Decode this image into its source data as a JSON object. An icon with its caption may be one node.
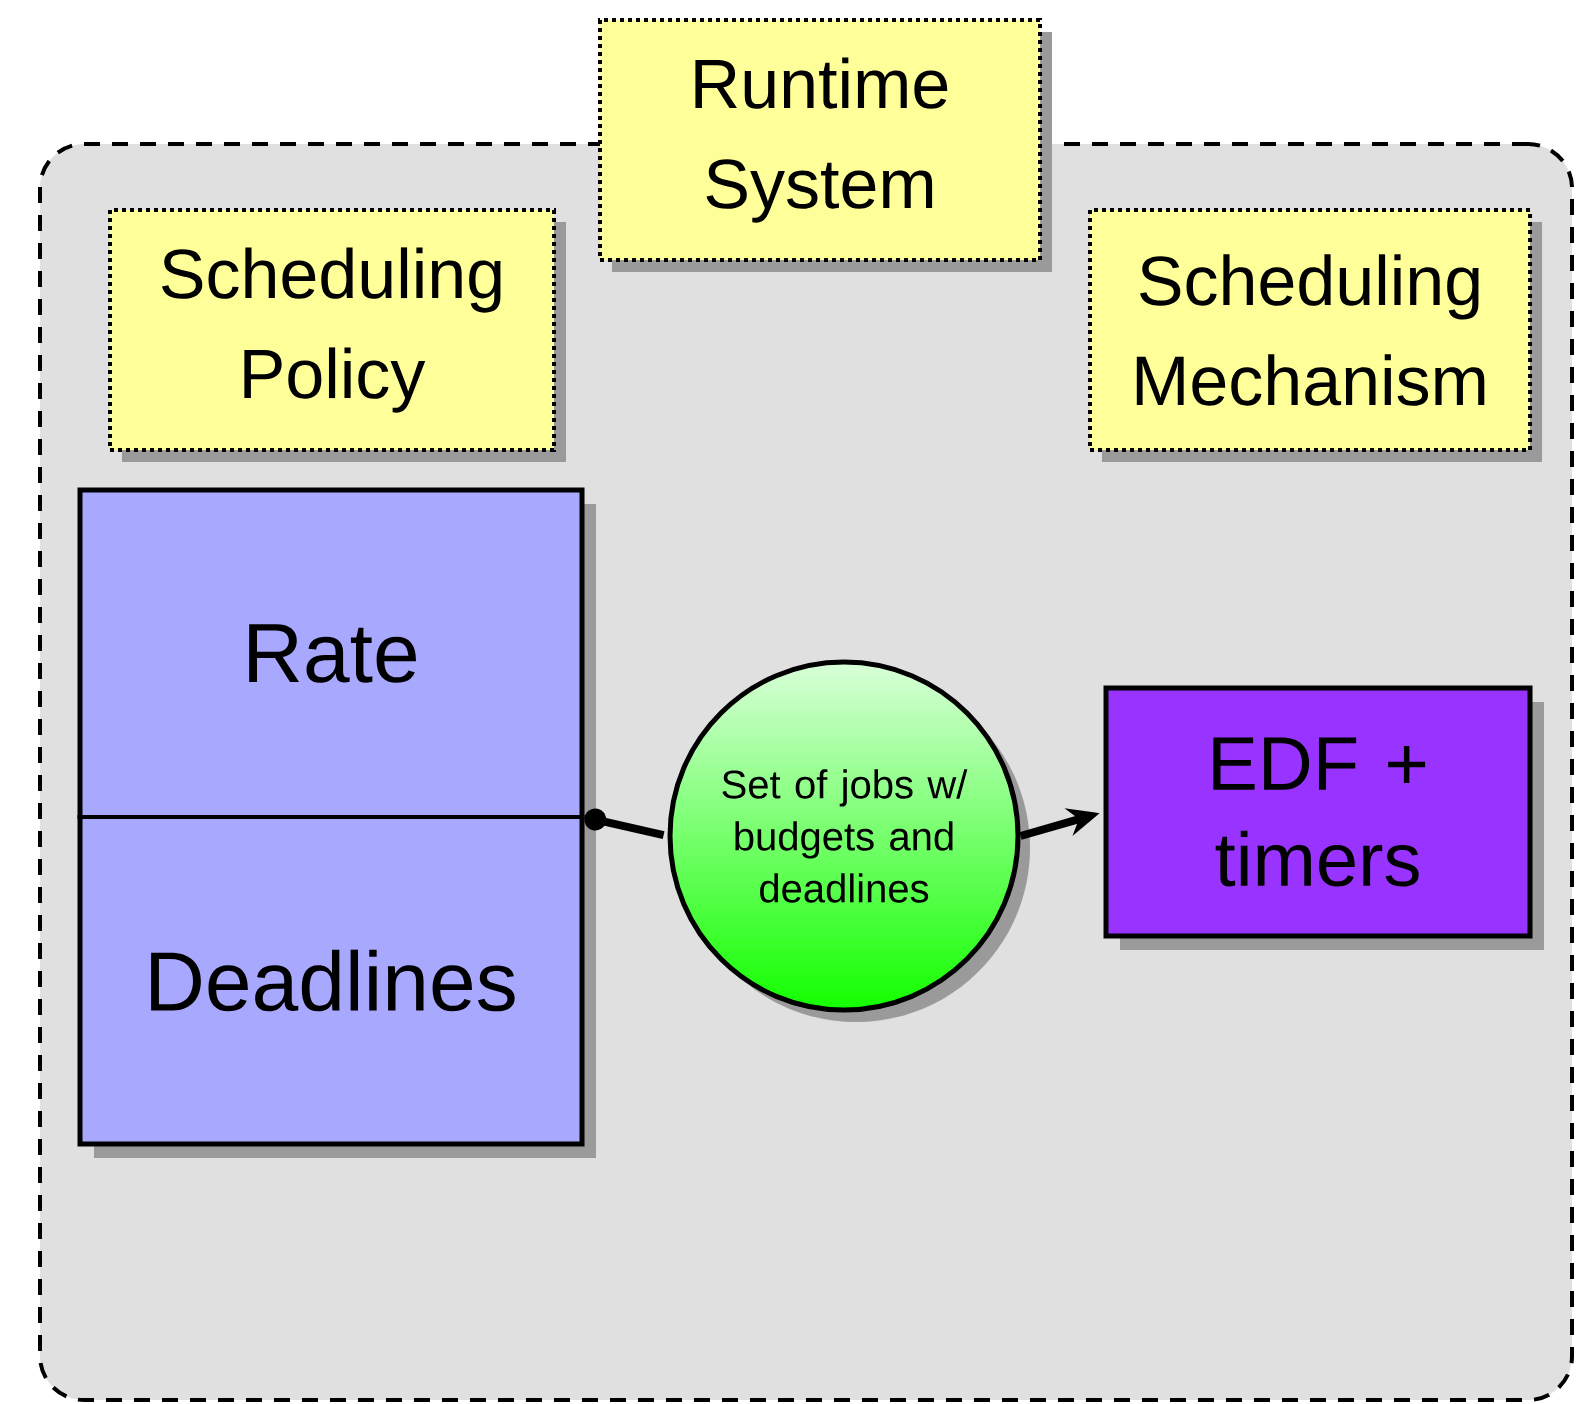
{
  "diagram": {
    "nodes": [
      {
        "text": [],
        "shape": "box"
      },
      {
        "text": [
          "Runtime System"
        ]
      },
      {
        "text": [
          "Scheduling Policy"
        ],
        "in": 0
      },
      {
        "text": [
          "Scheduling Mechanism"
        ],
        "in": 0
      },
      {
        "text": [
          "Rate",
          "Deadlines"
        ],
        "in": 0
      },
      {
        "text": [
          "Set of jobs w/ budgets and deadlines"
        ],
        "in": 0
      },
      {
        "text": [
          "EDF + timers"
        ],
        "in": 0
      }
    ],
    "edges": [
      {
        "from": 4,
        "to": 5,
        "arrow": "other"
      },
      {
        "from": 5,
        "to": 6,
        "arrow": "to"
      }
    ]
  }
}
